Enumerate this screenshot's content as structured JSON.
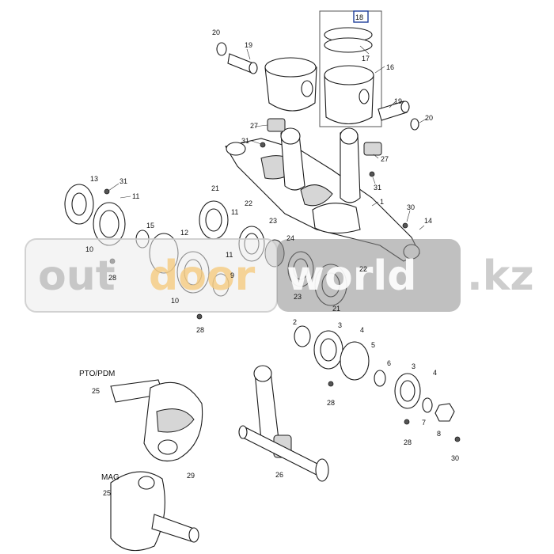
{
  "callouts": {
    "n1": "1",
    "n2": "2",
    "n3": "3",
    "n4": "4",
    "n5": "5",
    "n6": "6",
    "n7": "7",
    "n8": "8",
    "n9": "9",
    "n10": "10",
    "n11": "11",
    "n12": "12",
    "n13": "13",
    "n14": "14",
    "n15": "15",
    "n16": "16",
    "n17": "17",
    "n18": "18",
    "n19": "19",
    "n20": "20",
    "n21": "21",
    "n22": "22",
    "n23": "23",
    "n24": "24",
    "n25": "25",
    "n26": "26",
    "n27": "27",
    "n28": "28",
    "n29": "29",
    "n30": "30",
    "n31": "31"
  },
  "captions": {
    "pto": "PTO/PDM",
    "mag": "MAG"
  },
  "watermark": {
    "part1": "out",
    "part2": "door",
    "part3": "world",
    "part4": ".kz"
  },
  "colors": {
    "highlight_box": "#1f3f9a",
    "watermark_accent": "#f5c878"
  }
}
